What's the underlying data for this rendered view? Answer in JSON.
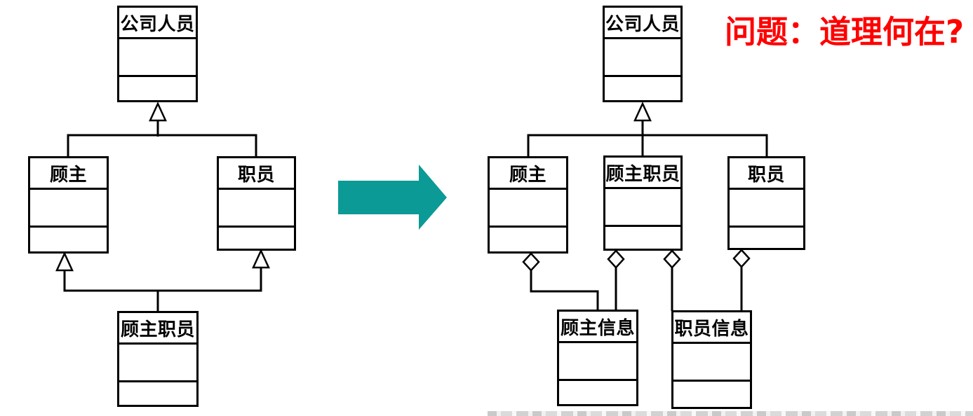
{
  "colors": {
    "diagram_line": "#000000",
    "transform_arrow": "#0B9A96",
    "question_text": "#FF0000"
  },
  "question": {
    "text": "问题：道理何在?"
  },
  "left_diagram": {
    "classes": [
      {
        "name": "公司人员"
      },
      {
        "name": "顾主"
      },
      {
        "name": "职员"
      },
      {
        "name": "顾主职员"
      }
    ],
    "relationships": [
      {
        "type": "generalization",
        "from": "顾主",
        "to": "公司人员"
      },
      {
        "type": "generalization",
        "from": "职员",
        "to": "公司人员"
      },
      {
        "type": "generalization",
        "from": "顾主职员",
        "to": "顾主"
      },
      {
        "type": "generalization",
        "from": "顾主职员",
        "to": "职员"
      }
    ]
  },
  "right_diagram": {
    "classes": [
      {
        "name": "公司人员"
      },
      {
        "name": "顾主"
      },
      {
        "name": "顾主职员"
      },
      {
        "name": "职员"
      },
      {
        "name": "顾主信息"
      },
      {
        "name": "职员信息"
      }
    ],
    "relationships": [
      {
        "type": "generalization",
        "from": "顾主",
        "to": "公司人员"
      },
      {
        "type": "generalization",
        "from": "顾主职员",
        "to": "公司人员"
      },
      {
        "type": "generalization",
        "from": "职员",
        "to": "公司人员"
      },
      {
        "type": "aggregation",
        "owner": "顾主",
        "part": "顾主信息"
      },
      {
        "type": "aggregation",
        "owner": "顾主职员",
        "part": "顾主信息"
      },
      {
        "type": "aggregation",
        "owner": "顾主职员",
        "part": "职员信息"
      },
      {
        "type": "aggregation",
        "owner": "职员",
        "part": "职员信息"
      }
    ]
  }
}
